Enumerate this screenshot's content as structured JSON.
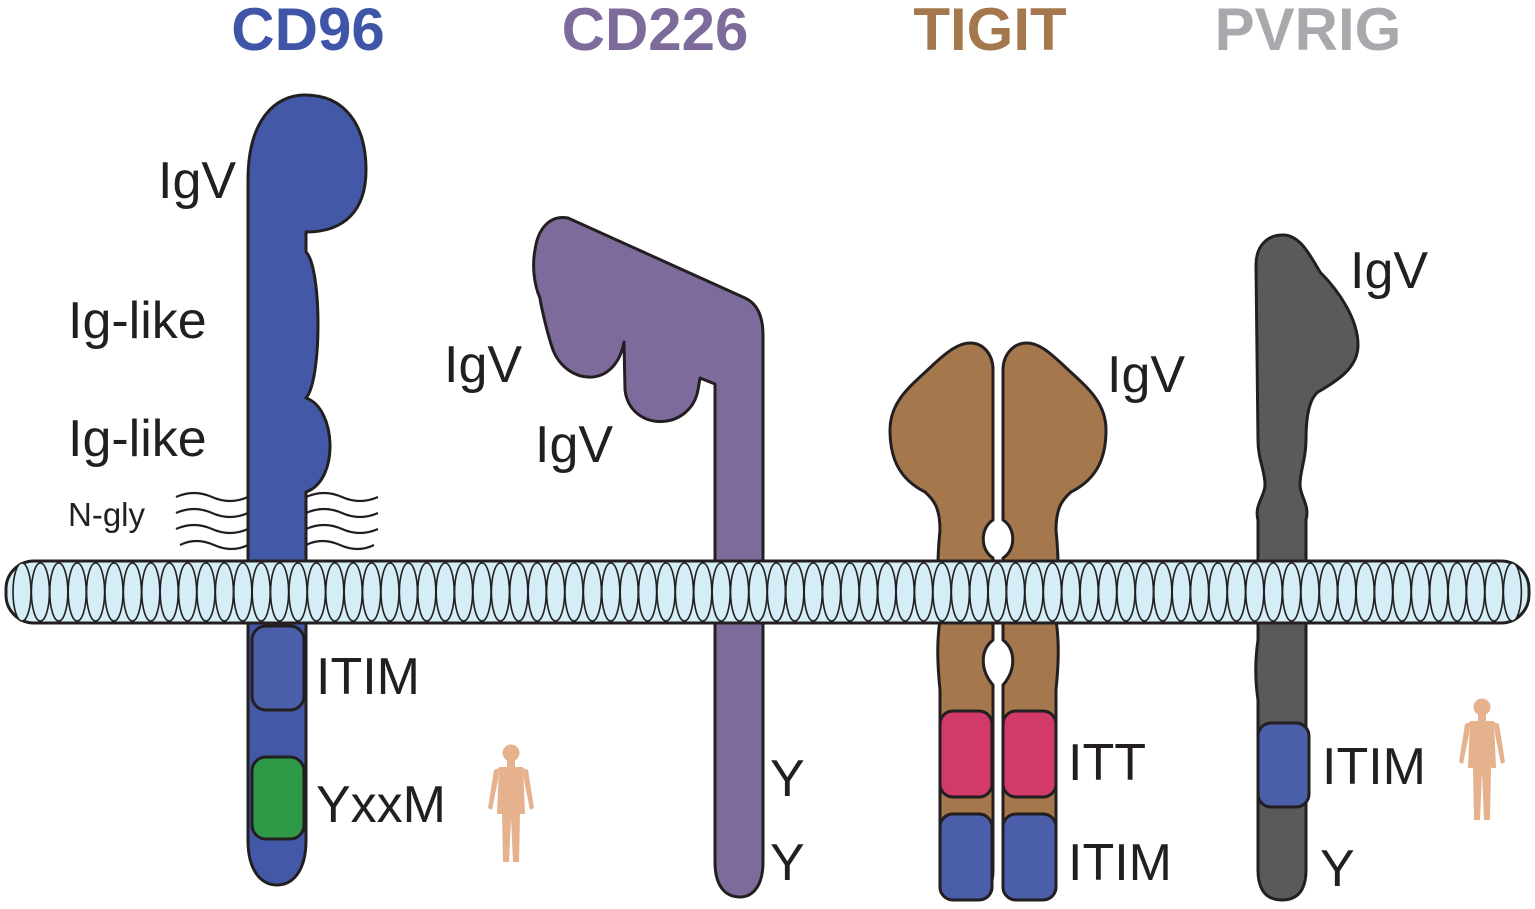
{
  "colors": {
    "cd96": "#4458a8",
    "cd96_title": "#3f56a8",
    "cd226": "#7d6c9b",
    "tigit": "#a4774c",
    "pvrig": "#5a5a5a",
    "pvrig_title": "#a7a9ac",
    "itim": "#4a5eaa",
    "yxxm": "#2e9a47",
    "itt": "#d13a69",
    "membrane": "#d4edf6",
    "human": "#e5b28d"
  },
  "icons": {
    "human": "human-figure-icon"
  },
  "receptors": {
    "cd96": {
      "title": "CD96",
      "labels": {
        "igv": "IgV",
        "iglike1": "Ig-like",
        "iglike2": "Ig-like",
        "ngly": "N-gly",
        "itim": "ITIM",
        "yxxm": "YxxM"
      }
    },
    "cd226": {
      "title": "CD226",
      "labels": {
        "igv1": "IgV",
        "igv2": "IgV",
        "y1": "Y",
        "y2": "Y"
      }
    },
    "tigit": {
      "title": "TIGIT",
      "labels": {
        "igv": "IgV",
        "itt": "ITT",
        "itim": "ITIM"
      }
    },
    "pvrig": {
      "title": "PVRIG",
      "labels": {
        "igv": "IgV",
        "itim": "ITIM",
        "y": "Y"
      }
    }
  }
}
